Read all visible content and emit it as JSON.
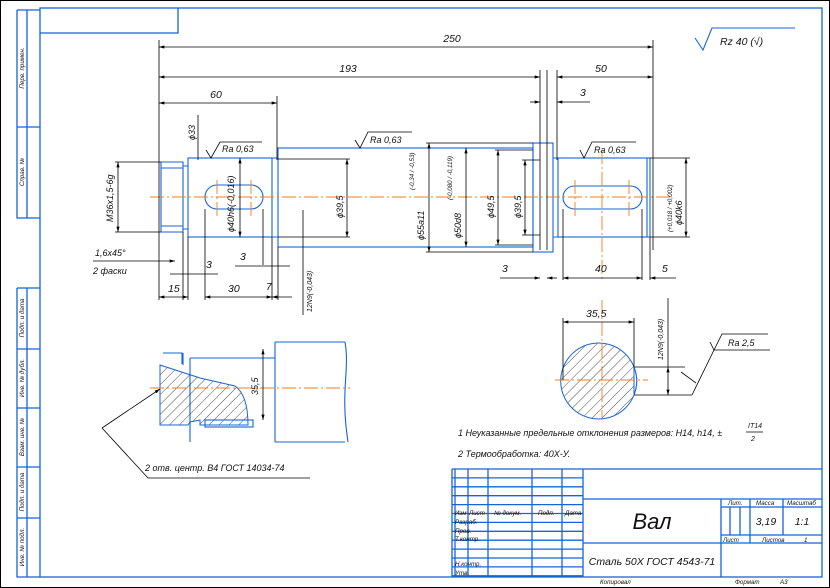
{
  "colors": {
    "outline": "#1565d8",
    "centerline": "#f07d1a",
    "dimension": "#000000"
  },
  "roughness_general": "Rz 40 (√)",
  "dims_top": {
    "overall": "250",
    "d193": "193",
    "d50": "50",
    "d60": "60",
    "d3": "3"
  },
  "dims_main": {
    "d33": "ϕ33",
    "thread": "M36x1,5-6g",
    "chamfer": "1,6x45°",
    "chamfer_note": "2 фаски",
    "d15": "15",
    "d3a": "3",
    "d30": "30",
    "d3b": "3",
    "d7": "7",
    "key_left": "12N9(-0,043)",
    "j_left": "ϕ40h6(-0,016)",
    "b395_left": "ϕ39,5",
    "collar": "ϕ55a11",
    "collar_tol": "(-0,34 / -0,53)",
    "d50d8": "ϕ50d8",
    "d50d8_tol": "(-0,080 / -0,119)",
    "d495": "ϕ49,5",
    "b395_right": "ϕ39,5",
    "j_right": "ϕ40k6",
    "j_right_tol": "(+0,018 / +0,002)",
    "d3c": "3",
    "d40": "40",
    "d5": "5"
  },
  "roughness": {
    "r1": "Ra 0,63",
    "r2": "Ra 0,63",
    "r3": "Ra 0,63",
    "r4": "Ra 2,5"
  },
  "detail": {
    "d355": "35,5",
    "callout": "2 отв. центр. В4 ГОСТ 14034-74"
  },
  "section": {
    "d355": "35,5",
    "key": "12N9(-0,043)"
  },
  "notes": {
    "n1": "1 Неуказанные предельные отклонения размеров: H14, h14, ±",
    "n1_num": "IT14",
    "n1_den": "2",
    "n2": "2 Термообработка: 40Х-У."
  },
  "left_strip": [
    "Перв. примен.",
    "Справ. №",
    "Подп. и дата",
    "Инв. № дубл.",
    "Взам. инв. №",
    "Подп. и дата",
    "Инв. № подл."
  ],
  "title_block": {
    "headers": [
      "Изм",
      "Лист",
      "№ докум.",
      "Подп.",
      "Дата"
    ],
    "roles": [
      "Разраб.",
      "Пров.",
      "Т.контр.",
      "Н.контр.",
      "Утв."
    ],
    "name": "Вал",
    "material": "Сталь 50Х ГОСТ 4543-71",
    "lit_label": "Лит.",
    "mass_label": "Масса",
    "scale_label": "Масштаб",
    "mass": "3,19",
    "scale": "1:1",
    "sheet_label": "Лист",
    "sheets_label": "Листов",
    "sheets": "1",
    "copied": "Копировал",
    "format_label": "Формат",
    "format": "A3"
  }
}
